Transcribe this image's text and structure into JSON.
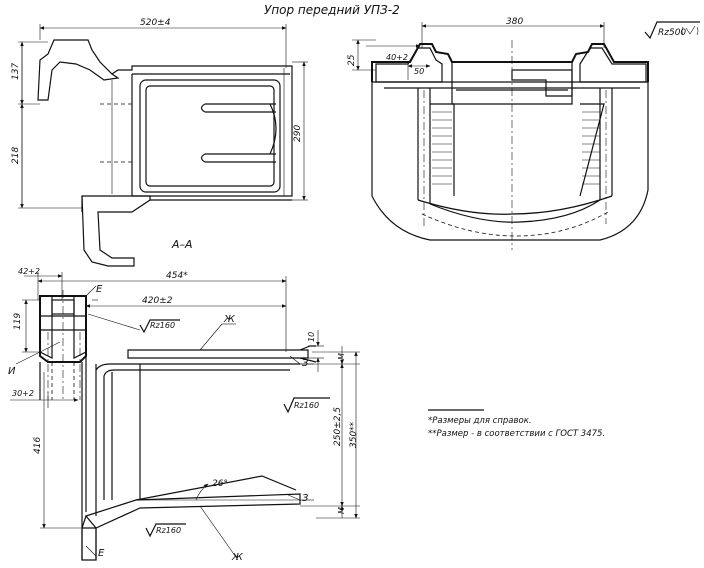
{
  "title": "Упор передний УПЗ-2",
  "roughness_general": "Rz500",
  "view_aa": {
    "section_label": "А–А",
    "dim_length": "520±4",
    "dim_h1": "137",
    "dim_h2": "218",
    "dim_h3": "290"
  },
  "view_top_right": {
    "dim_width": "380",
    "dim_25": "25",
    "dim_40": "40+2",
    "dim_50": "50"
  },
  "view_main": {
    "dim_42": "42+2",
    "dim_454": "454*",
    "dim_420": "420±2",
    "dim_119": "119",
    "dim_30": "30+2",
    "dim_416": "416",
    "dim_10": "10",
    "dim_M_top": "M",
    "dim_M_bot": "M",
    "dim_250": "250±2,5",
    "dim_350": "350**",
    "dim_26": "26°",
    "rough_1": "Rz160",
    "rough_2": "Rz160",
    "rough_3": "Rz160",
    "label_E_top": "Е",
    "label_E_bot": "Е",
    "label_Zh_top": "Ж",
    "label_Zh_bot": "Ж",
    "label_Z_top": "З",
    "label_Z_bot": "З",
    "label_I": "И"
  },
  "notes": {
    "note1": "*Размеры для справок.",
    "note2": "**Размер - в соответствии с ГОСТ 3475."
  }
}
